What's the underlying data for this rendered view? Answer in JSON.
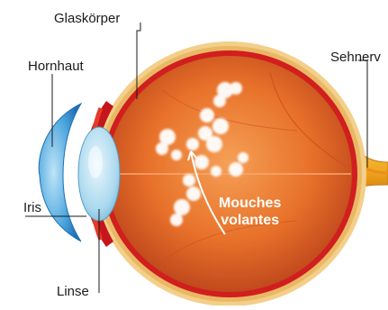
{
  "labels": {
    "glaskoerper": "Glaskörper",
    "hornhaut": "Hornhaut",
    "sehnerv": "Sehnerv",
    "iris": "Iris",
    "linse": "Linse"
  },
  "annotation": {
    "line1": "Mouches",
    "line2": "volantes"
  },
  "colors": {
    "vitreous": "#e8722a",
    "vitreous_dark": "#c2461c",
    "choroid": "#d11e1e",
    "sclera": "#f3cf8a",
    "optic_nerve": "#f0a51f",
    "cornea": "#4fa8e0",
    "lens": "#a9d8ee",
    "floaters": "#ffffff"
  }
}
